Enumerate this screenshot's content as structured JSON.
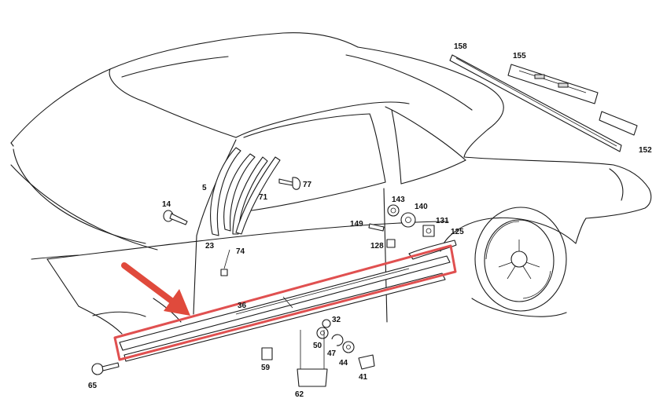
{
  "highlight": {
    "box_color": "#e05050",
    "arrow_color": "#e04a3c"
  },
  "labels": {
    "p5": "5",
    "p14": "14",
    "p23": "23",
    "p32": "32",
    "p36": "36",
    "p41": "41",
    "p44": "44",
    "p47": "47",
    "p50": "50",
    "p59": "59",
    "p62": "62",
    "p65": "65",
    "p71": "71",
    "p74": "74",
    "p77": "77",
    "p125": "125",
    "p128": "128",
    "p131": "131",
    "p140": "140",
    "p143": "143",
    "p149": "149",
    "p152": "152",
    "p155": "155",
    "p158": "158"
  }
}
